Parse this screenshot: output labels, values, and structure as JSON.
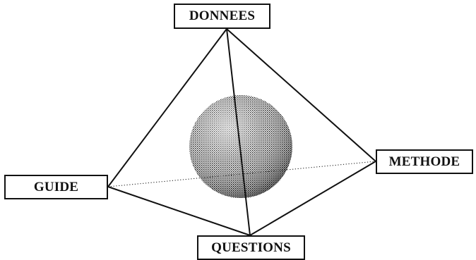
{
  "diagram": {
    "nodes": {
      "top": "DONNEES",
      "left": "GUIDE",
      "right": "METHODE",
      "bottom": "QUESTIONS"
    },
    "edges": [
      {
        "from": "DONNEES",
        "to": "GUIDE",
        "style": "solid"
      },
      {
        "from": "DONNEES",
        "to": "METHODE",
        "style": "solid"
      },
      {
        "from": "DONNEES",
        "to": "QUESTIONS",
        "style": "solid"
      },
      {
        "from": "GUIDE",
        "to": "QUESTIONS",
        "style": "solid"
      },
      {
        "from": "METHODE",
        "to": "QUESTIONS",
        "style": "solid"
      },
      {
        "from": "GUIDE",
        "to": "METHODE",
        "style": "dotted"
      }
    ],
    "center_shape": "dithered-sphere",
    "colors": {
      "line": "#111111",
      "box_border": "#111111",
      "background": "#ffffff"
    }
  }
}
